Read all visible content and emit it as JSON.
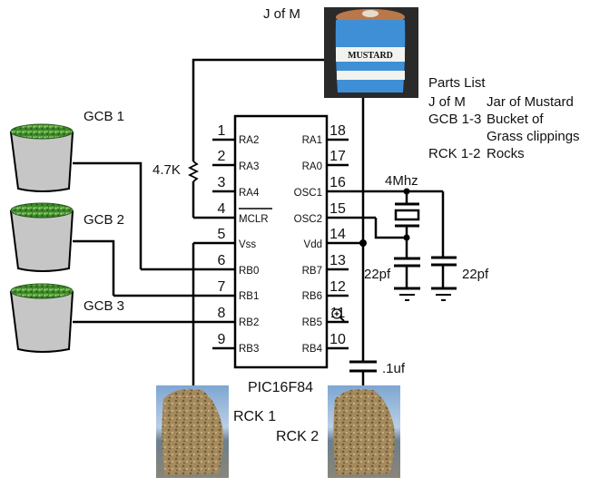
{
  "chip": {
    "name": "PIC16F84",
    "left_pins": [
      {
        "num": "1",
        "signal": "RA2"
      },
      {
        "num": "2",
        "signal": "RA3"
      },
      {
        "num": "3",
        "signal": "RA4"
      },
      {
        "num": "4",
        "signal": "MCLR"
      },
      {
        "num": "5",
        "signal": "Vss"
      },
      {
        "num": "6",
        "signal": "RB0"
      },
      {
        "num": "7",
        "signal": "RB1"
      },
      {
        "num": "8",
        "signal": "RB2"
      },
      {
        "num": "9",
        "signal": "RB3"
      }
    ],
    "right_pins": [
      {
        "num": "18",
        "signal": "RA1"
      },
      {
        "num": "17",
        "signal": "RA0"
      },
      {
        "num": "16",
        "signal": "OSC1"
      },
      {
        "num": "15",
        "signal": "OSC2"
      },
      {
        "num": "14",
        "signal": "Vdd"
      },
      {
        "num": "13",
        "signal": "RB7"
      },
      {
        "num": "12",
        "signal": "RB6"
      },
      {
        "num": "11",
        "signal": "RB5"
      },
      {
        "num": "10",
        "signal": "RB4"
      }
    ]
  },
  "components": {
    "jar": {
      "label": "J of M",
      "text": "MUSTARD"
    },
    "resistor": {
      "label": "4.7K"
    },
    "crystal": {
      "label": "4Mhz"
    },
    "cap1": {
      "label": "22pf"
    },
    "cap2": {
      "label": "22pf"
    },
    "cap3": {
      "label": ".1uf"
    },
    "buckets": [
      {
        "label": "GCB 1"
      },
      {
        "label": "GCB 2"
      },
      {
        "label": "GCB 3"
      }
    ],
    "rocks": [
      {
        "label": "RCK 1"
      },
      {
        "label": "RCK 2"
      }
    ]
  },
  "parts_list": {
    "title": "Parts List",
    "rows": [
      {
        "ref": "J of M",
        "desc": "Jar of Mustard"
      },
      {
        "ref": "GCB 1-3",
        "desc": "Bucket of"
      },
      {
        "ref": "",
        "desc": "Grass clippings"
      },
      {
        "ref": "RCK 1-2",
        "desc": "Rocks"
      }
    ]
  },
  "colors": {
    "jar_blue": "#3f8fd6",
    "bucket_gray": "#c6c6c6",
    "grass_green": "#3f8a2a",
    "rock_tan": "#9c8458",
    "sky_blue": "#8fb4d8"
  }
}
